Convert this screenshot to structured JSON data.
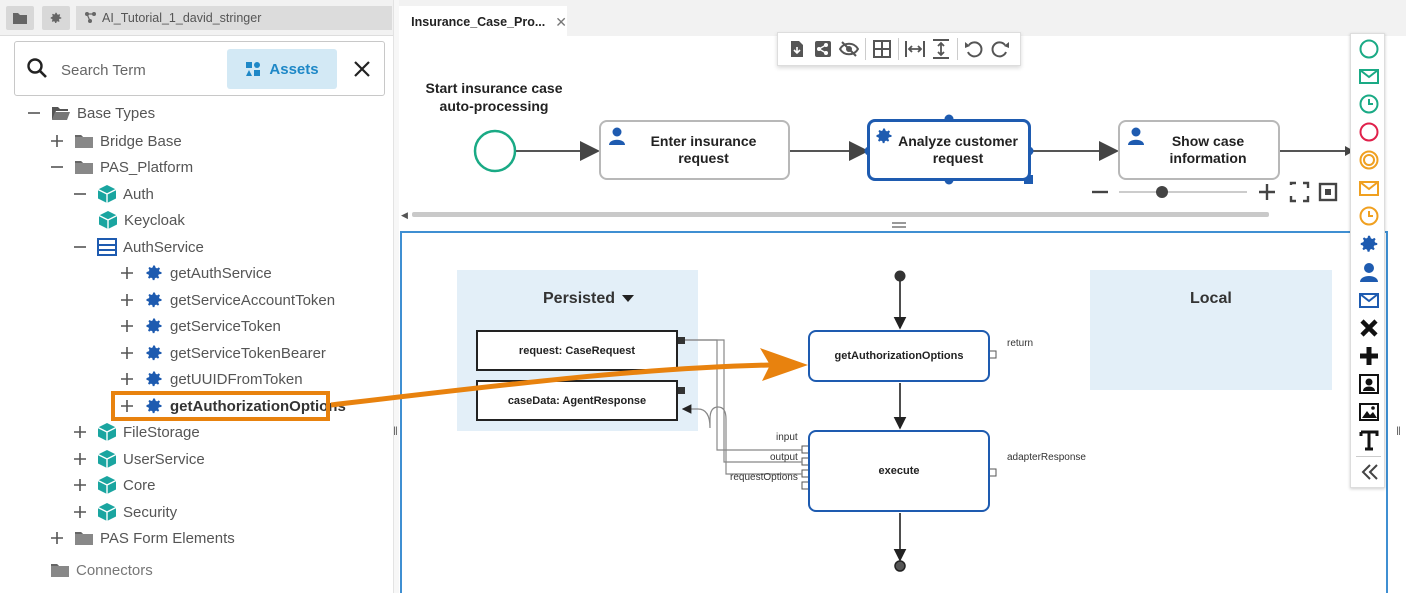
{
  "left_panel": {
    "project_name": "AI_Tutorial_1_david_stringer",
    "search": {
      "placeholder": "Search Term",
      "assets_label": "Assets"
    },
    "tree": [
      {
        "label": "Base Types",
        "expander": "minus",
        "icon": "folder-open-icon"
      },
      {
        "label": "Bridge Base",
        "expander": "plus",
        "icon": "folder-icon"
      },
      {
        "label": "PAS_Platform",
        "expander": "minus",
        "icon": "folder-icon"
      },
      {
        "label": "Auth",
        "expander": "minus",
        "icon": "module-icon"
      },
      {
        "label": "Keycloak",
        "expander": "",
        "icon": "module-icon"
      },
      {
        "label": "AuthService",
        "expander": "minus",
        "icon": "service-icon"
      },
      {
        "label": "getAuthService",
        "expander": "plus",
        "icon": "gear-icon"
      },
      {
        "label": "getServiceAccountToken",
        "expander": "plus",
        "icon": "gear-icon"
      },
      {
        "label": "getServiceToken",
        "expander": "plus",
        "icon": "gear-icon"
      },
      {
        "label": "getServiceTokenBearer",
        "expander": "plus",
        "icon": "gear-icon"
      },
      {
        "label": "getUUIDFromToken",
        "expander": "plus",
        "icon": "gear-icon"
      },
      {
        "label": "getAuthorizationOptions",
        "expander": "plus",
        "icon": "gear-icon"
      },
      {
        "label": "FileStorage",
        "expander": "plus",
        "icon": "module-icon"
      },
      {
        "label": "UserService",
        "expander": "plus",
        "icon": "module-icon"
      },
      {
        "label": "Core",
        "expander": "plus",
        "icon": "module-icon"
      },
      {
        "label": "Security",
        "expander": "plus",
        "icon": "module-icon"
      },
      {
        "label": "PAS Form Elements",
        "expander": "plus",
        "icon": "folder-icon"
      },
      {
        "label": "Connectors",
        "expander": "",
        "icon": "folder-icon"
      }
    ]
  },
  "tab": {
    "label": "Insurance_Case_Pro..."
  },
  "process": {
    "start_label_line1": "Start insurance case",
    "start_label_line2": "auto-processing",
    "task1": "Enter insurance request",
    "task2": "Analyze customer request",
    "task3": "Show case information"
  },
  "detail": {
    "persisted_title": "Persisted",
    "local_title": "Local",
    "var1": "request: CaseRequest",
    "var2": "caseData: AgentResponse",
    "op1": "getAuthorizationOptions",
    "op1_return": "return",
    "op2": "execute",
    "op2_input": "input",
    "op2_output": "output",
    "op2_request_options": "requestOptions",
    "op2_adapter_response": "adapterResponse"
  },
  "colors": {
    "accent_blue": "#1e5bb0",
    "highlight_orange": "#e8820e",
    "module_teal": "#1aa5a0",
    "start_event_green": "#1aaa85"
  },
  "palette": [
    "start-event-icon",
    "message-start-icon",
    "timer-start-icon",
    "end-event-icon",
    "intermediate-event-icon",
    "message-intermediate-icon",
    "timer-intermediate-icon",
    "service-task-icon",
    "user-task-icon",
    "message-task-icon",
    "exclusive-gateway-icon",
    "parallel-gateway-icon",
    "contact-icon",
    "image-icon",
    "text-icon",
    "collapse-icon"
  ]
}
